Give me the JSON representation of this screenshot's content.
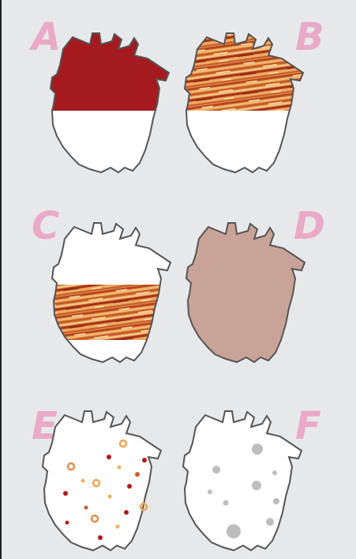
{
  "panels": [
    {
      "id": "a",
      "letter": "A",
      "fill": "top-dark-red"
    },
    {
      "id": "b",
      "letter": "B",
      "fill": "top-wood"
    },
    {
      "id": "c",
      "letter": "C",
      "fill": "middle-wood"
    },
    {
      "id": "d",
      "letter": "D",
      "fill": "full-taupe"
    },
    {
      "id": "e",
      "letter": "E",
      "fill": "dots-red-orange"
    },
    {
      "id": "f",
      "letter": "F",
      "fill": "dots-gray"
    }
  ],
  "colors": {
    "background": "#e7e8ea",
    "letter": "#e9a9c7",
    "outline": "#555555",
    "dark_red": "#a51a1f",
    "wood_light": "#e8a258",
    "wood_dark": "#a8321b",
    "taupe": "#c9a398",
    "gray_dot": "#bdbdbd"
  }
}
